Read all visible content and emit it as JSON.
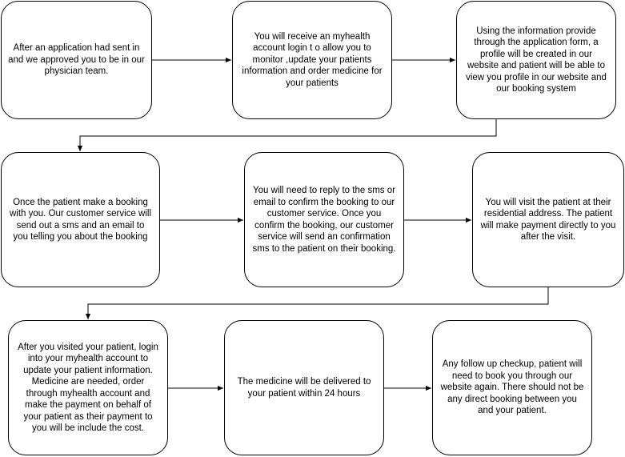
{
  "colors": {
    "stroke": "#000000",
    "background": "#ffffff",
    "text": "#000000"
  },
  "steps": [
    {
      "text": "After an application had sent in and we approved you to be in our physician team."
    },
    {
      "text": "You will receive an myhealth account login t o allow you to monitor ,update your patients information and order medicine for your patients"
    },
    {
      "text": "Using the information provide through the application form, a profile will be created in our website and patient will be able to view you profile in our website and our booking system"
    },
    {
      "text": "Once the patient make a booking with you. Our customer service will send out a sms and an email to you telling you about the booking"
    },
    {
      "text": "You will need to reply to the sms or email to confirm the booking to our customer service. Once you confirm the booking, our customer service will send an confirmation sms to the patient on their booking."
    },
    {
      "text": "You will visit the patient at their residential address. The patient will make payment directly to you after the visit."
    },
    {
      "text": "After you visited your patient, login into your myhealth account to update your patient information. Medicine are needed, order through myhealth account and make the payment on behalf of your patient as their payment to you will be include the cost."
    },
    {
      "text": "The medicine will be delivered to your patient within 24 hours"
    },
    {
      "text": "Any follow up checkup, patient will need to book you through our website again. There should not be any direct booking between you and your patient."
    }
  ]
}
